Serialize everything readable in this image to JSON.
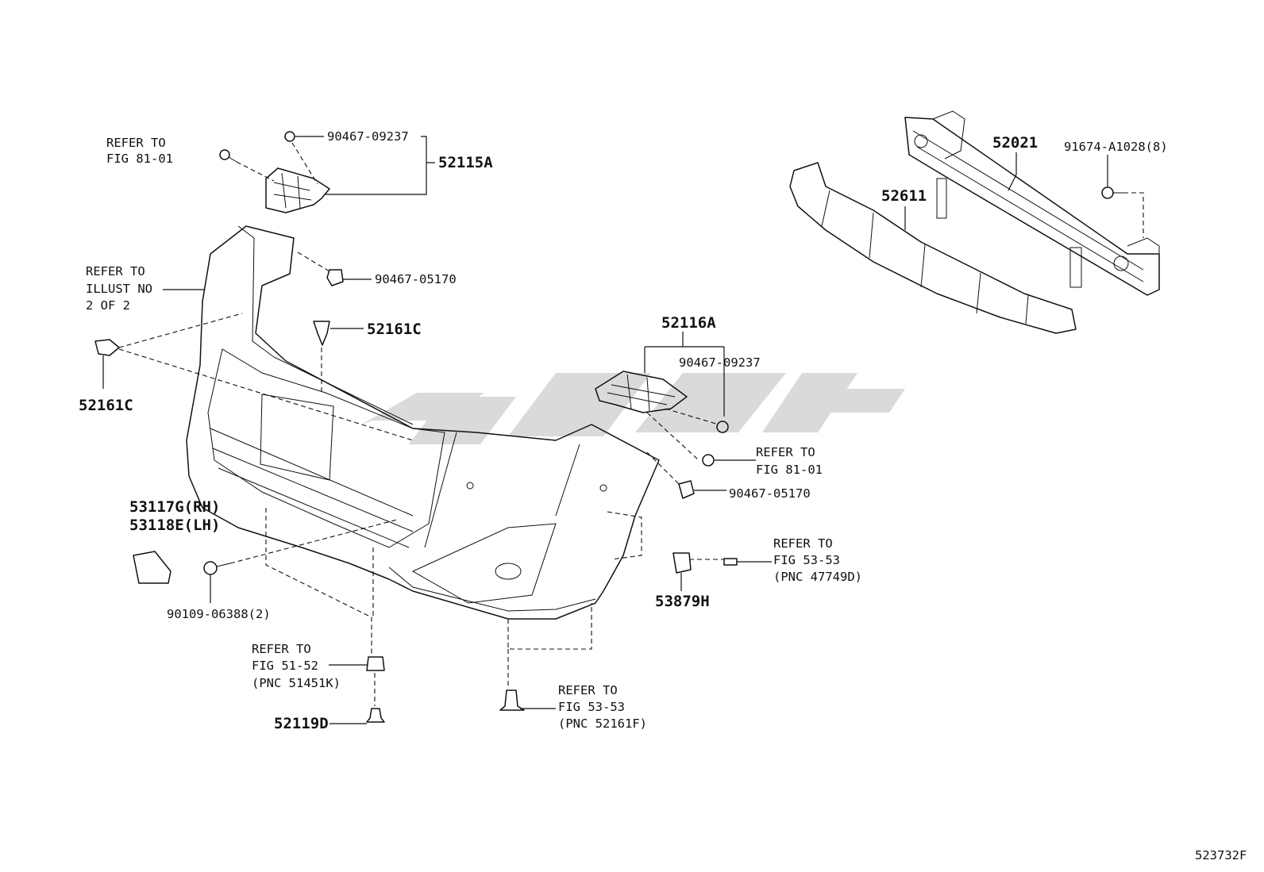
{
  "diagram_code": "523732F",
  "watermark": {
    "color": "#bdbdbd"
  },
  "callouts": {
    "refer_fig_81_01_top": {
      "line1": "REFER TO",
      "line2": "FIG 81-01"
    },
    "p90467_09237_top": "90467-09237",
    "p52115a": "52115A",
    "refer_illust": {
      "line1": "REFER TO",
      "line2": "ILLUST NO",
      "line3": "2 OF 2"
    },
    "p90467_05170_top": "90467-05170",
    "p52161c_center": "52161C",
    "p52161c_left": "52161C",
    "p52021": "52021",
    "p91674_a1028": "91674-A1028(8)",
    "p52611": "52611",
    "p52116a": "52116A",
    "p90467_09237_right": "90467-09237",
    "refer_fig_81_01_right": {
      "line1": "REFER TO",
      "line2": "FIG 81-01"
    },
    "p90467_05170_right": "90467-05170",
    "p53117g": "53117G(RH)",
    "p53118e": "53118E(LH)",
    "refer_fig_53_53_right": {
      "line1": "REFER TO",
      "line2": "FIG 53-53",
      "line3": "(PNC 47749D)"
    },
    "p53879h": "53879H",
    "p90109_06388": "90109-06388(2)",
    "refer_fig_51_52": {
      "line1": "REFER TO",
      "line2": "FIG 51-52",
      "line3": "(PNC 51451K)"
    },
    "refer_fig_53_53_bottom": {
      "line1": "REFER TO",
      "line2": "FIG 53-53",
      "line3": "(PNC 52161F)"
    },
    "p52119d": "52119D"
  }
}
